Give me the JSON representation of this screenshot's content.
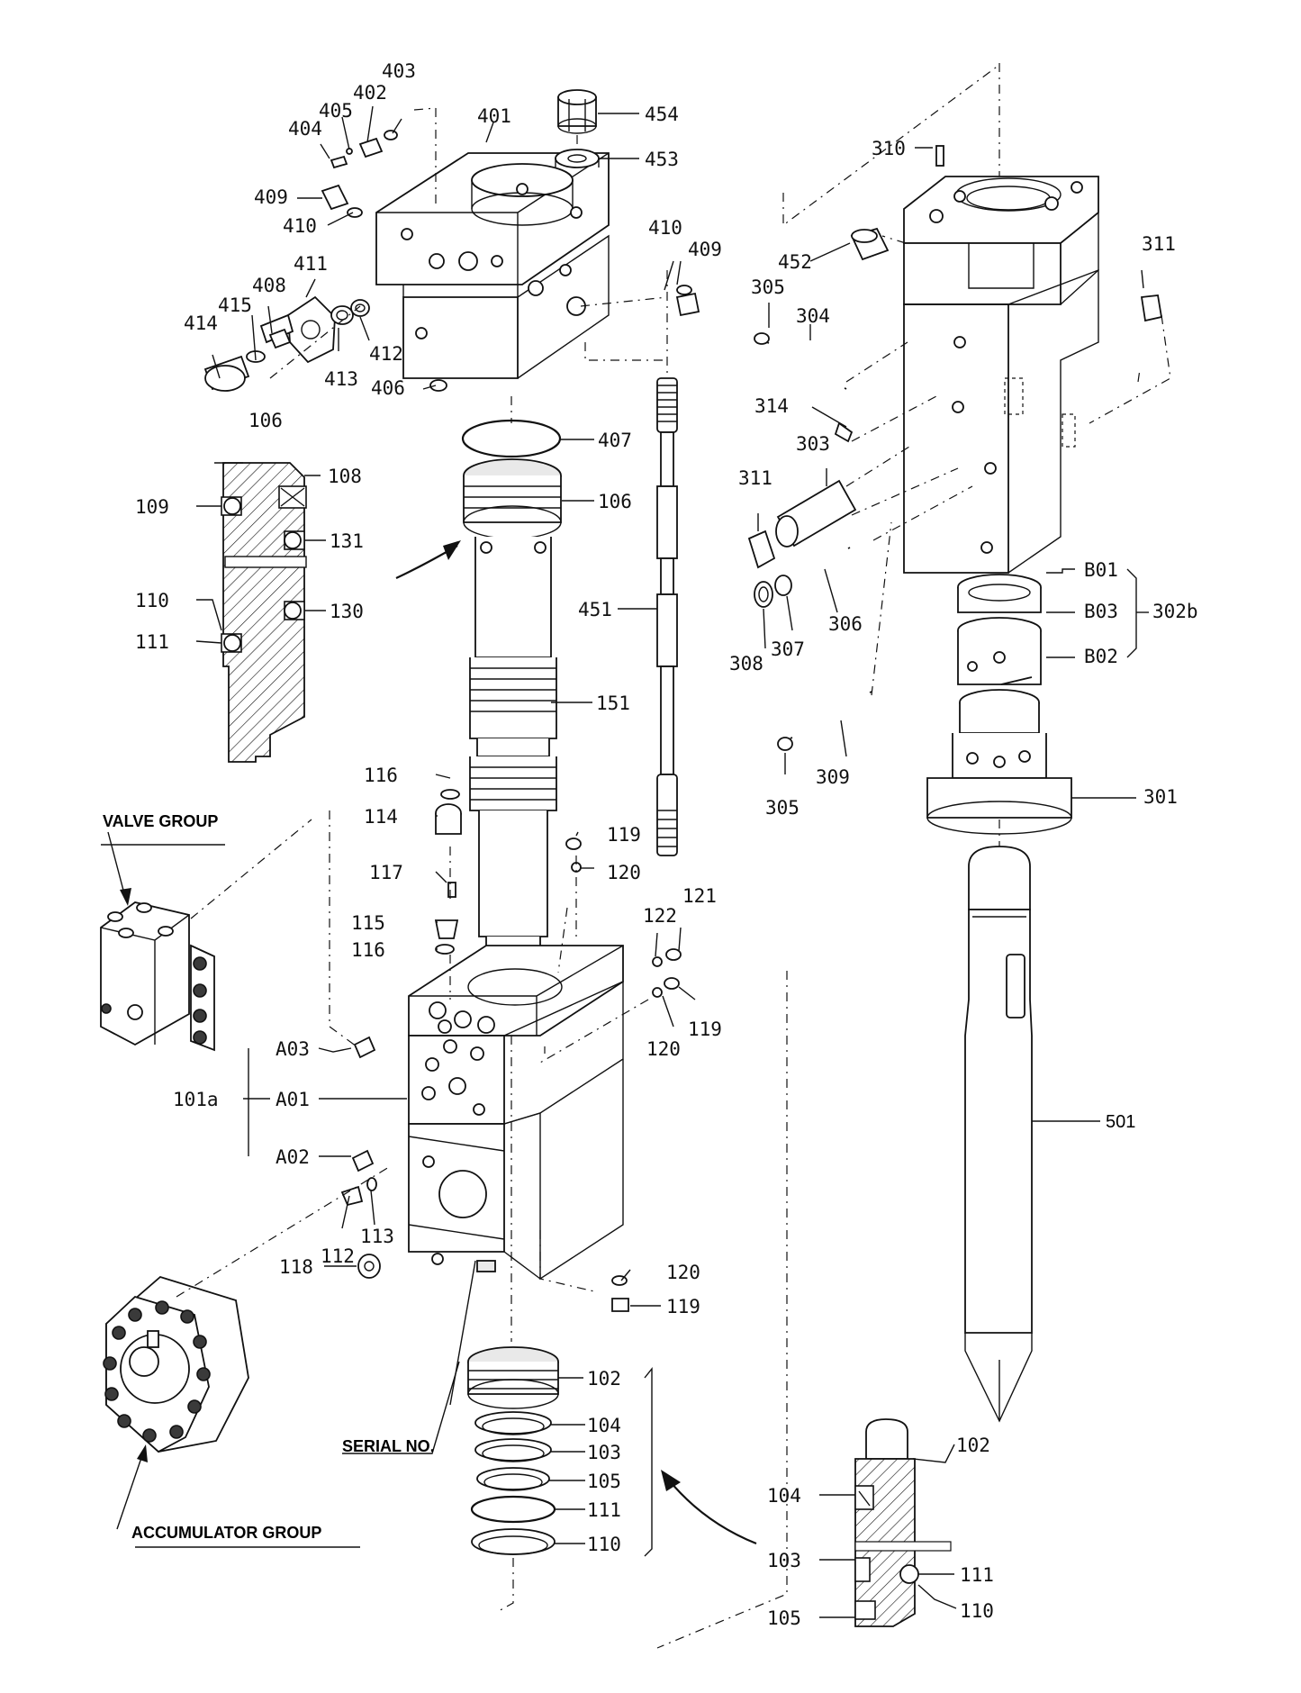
{
  "group_labels": {
    "valve_group": "VALVE GROUP",
    "accumulator_group": "ACCUMULATOR GROUP",
    "serial_no": "SERIAL NO."
  },
  "part_labels": {
    "p401": "401",
    "p402": "402",
    "p403": "403",
    "p404": "404",
    "p405": "405",
    "p406": "406",
    "p407": "407",
    "p408": "408",
    "p409a": "409",
    "p409b": "409",
    "p410a": "410",
    "p410b": "410",
    "p411": "411",
    "p412": "412",
    "p413": "413",
    "p414": "414",
    "p415": "415",
    "p451": "451",
    "p452": "452",
    "p453": "453",
    "p454": "454",
    "p106a": "106",
    "p106b": "106",
    "p108": "108",
    "p109": "109",
    "p110a": "110",
    "p111a": "111",
    "p130": "130",
    "p131": "131",
    "p151": "151",
    "p114": "114",
    "p115": "115",
    "p116a": "116",
    "p116b": "116",
    "p117": "117",
    "p119a": "119",
    "p119b": "119",
    "p119c": "119",
    "p120a": "120",
    "p120b": "120",
    "p120c": "120",
    "p121": "121",
    "p122": "122",
    "pA01": "A01",
    "pA02": "A02",
    "pA03": "A03",
    "p101a": "101a",
    "p112": "112",
    "p113": "113",
    "p118": "118",
    "p102a": "102",
    "p103a": "103",
    "p104a": "104",
    "p105a": "105",
    "p110b": "110",
    "p111b": "111",
    "p102b": "102",
    "p103b": "103",
    "p104b": "104",
    "p105b": "105",
    "p110c": "110",
    "p111c": "111",
    "p301": "301",
    "p302b": "302b",
    "p303": "303",
    "p304": "304",
    "p305a": "305",
    "p305b": "305",
    "p306": "306",
    "p307": "307",
    "p308": "308",
    "p309": "309",
    "p310": "310",
    "p311a": "311",
    "p311b": "311",
    "p314": "314",
    "pB01": "B01",
    "pB02": "B02",
    "pB03": "B03",
    "p501": "501"
  }
}
